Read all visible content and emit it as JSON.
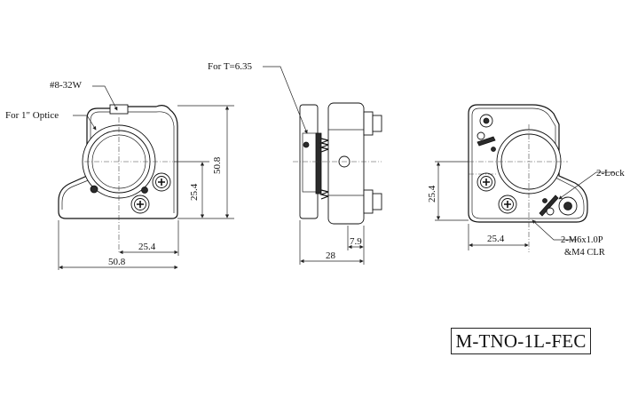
{
  "labels": {
    "thread": "#8-32W",
    "optic": "For 1\" Optice",
    "thickness": "For T=6.35",
    "lock": "2-Lock",
    "hole_spec_1": "2-M6x1.0P",
    "hole_spec_2": "&M4 CLR"
  },
  "dimensions": {
    "front_height": "50.8",
    "front_center_height": "25.4",
    "front_center_width": "25.4",
    "front_width": "50.8",
    "side_offset": "7.9",
    "side_depth": "28",
    "back_center_height": "25.4",
    "back_center_width": "25.4"
  },
  "model": "M-TNO-1L-FEC"
}
